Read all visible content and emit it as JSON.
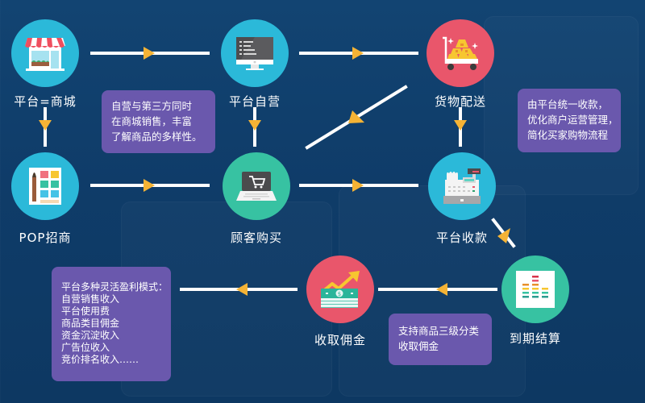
{
  "colors": {
    "background": "#103f6e",
    "node_blue": "#2bb9d9",
    "node_red": "#e9566b",
    "node_teal": "#37c2a2",
    "note_purple": "#6a58ad",
    "connector": "#ffffff",
    "arrowhead": "#f5b335"
  },
  "nodes": [
    {
      "id": "platform-mall",
      "label": "平台=商城",
      "icon": "storefront-icon",
      "color": "#2bb9d9"
    },
    {
      "id": "platform-self-operated",
      "label": "平台自营",
      "icon": "monitor-code-icon",
      "color": "#2bb9d9"
    },
    {
      "id": "goods-delivery",
      "label": "货物配送",
      "icon": "gold-cart-icon",
      "color": "#e9566b"
    },
    {
      "id": "pop-merchants",
      "label": "POP招商",
      "icon": "palette-board-icon",
      "color": "#2bb9d9"
    },
    {
      "id": "customer-purchase",
      "label": "顾客购买",
      "icon": "laptop-cart-icon",
      "color": "#37c2a2"
    },
    {
      "id": "platform-collection",
      "label": "平台收款",
      "icon": "cash-register-icon",
      "color": "#2bb9d9"
    },
    {
      "id": "collect-commission",
      "label": "收取佣金",
      "icon": "money-growth-icon",
      "color": "#e9566b"
    },
    {
      "id": "settlement-due",
      "label": "到期结算",
      "icon": "bar-equalizer-icon",
      "color": "#37c2a2"
    }
  ],
  "notes": [
    {
      "id": "note-mixed-sales",
      "lines": [
        "自营与第三方同时",
        "在商城销售，丰富",
        "了解商品的多样性。"
      ]
    },
    {
      "id": "note-unified-payment",
      "lines": [
        "由平台统一收款，",
        "优化商户运营管理，",
        "简化买家购物流程"
      ]
    },
    {
      "id": "note-profit-models",
      "lines": [
        "平台多种灵活盈利模式：",
        "自营销售收入",
        "平台使用费",
        "商品类目佣金",
        "资金沉淀收入",
        "广告位收入",
        "竞价排名收入……"
      ]
    },
    {
      "id": "note-category-commission",
      "lines": [
        "支持商品三级分类",
        "收取佣金"
      ]
    }
  ],
  "edges": [
    {
      "from": "platform-mall",
      "to": "platform-self-operated",
      "direction": "right"
    },
    {
      "from": "platform-self-operated",
      "to": "goods-delivery",
      "direction": "right"
    },
    {
      "from": "platform-mall",
      "to": "pop-merchants",
      "direction": "down"
    },
    {
      "from": "platform-self-operated",
      "to": "customer-purchase",
      "direction": "down"
    },
    {
      "from": "goods-delivery",
      "to": "customer-purchase",
      "direction": "down-left"
    },
    {
      "from": "goods-delivery",
      "to": "platform-collection",
      "direction": "down"
    },
    {
      "from": "pop-merchants",
      "to": "customer-purchase",
      "direction": "right"
    },
    {
      "from": "customer-purchase",
      "to": "platform-collection",
      "direction": "right"
    },
    {
      "from": "platform-collection",
      "to": "settlement-due",
      "direction": "down-right"
    },
    {
      "from": "settlement-due",
      "to": "collect-commission",
      "direction": "left"
    },
    {
      "from": "collect-commission",
      "to": "note-profit-models",
      "direction": "left"
    }
  ]
}
